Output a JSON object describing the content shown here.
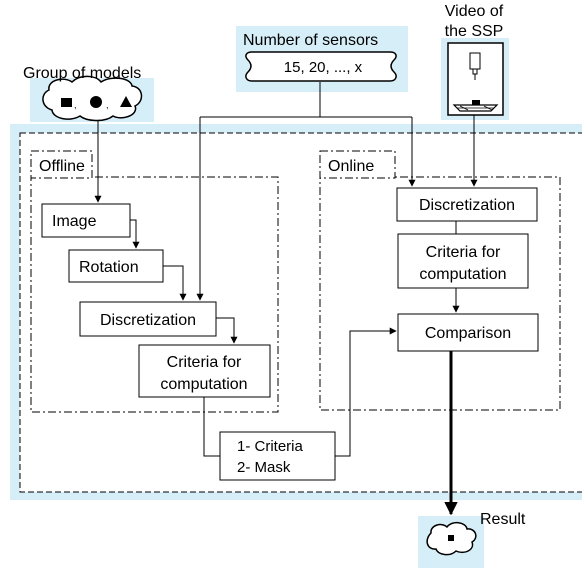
{
  "inputs": {
    "models_label": "Group of models",
    "sensors_label": "Number of sensors",
    "sensors_values": "15, 20, ..., x",
    "video_label_line1": "Video of",
    "video_label_line2": "the SSP"
  },
  "offline": {
    "title": "Offline",
    "image": "Image",
    "rotation": "Rotation",
    "discretization": "Discretization",
    "criteria_line1": "Criteria for",
    "criteria_line2": "computation"
  },
  "online": {
    "title": "Online",
    "discretization": "Discretization",
    "criteria_line1": "Criteria for",
    "criteria_line2": "computation",
    "comparison": "Comparison"
  },
  "transfer": {
    "line1": "1- Criteria",
    "line2": "2- Mask"
  },
  "output": {
    "result_label": "Result"
  },
  "colors": {
    "shadow": "#d6eef8",
    "stroke": "#000000"
  }
}
